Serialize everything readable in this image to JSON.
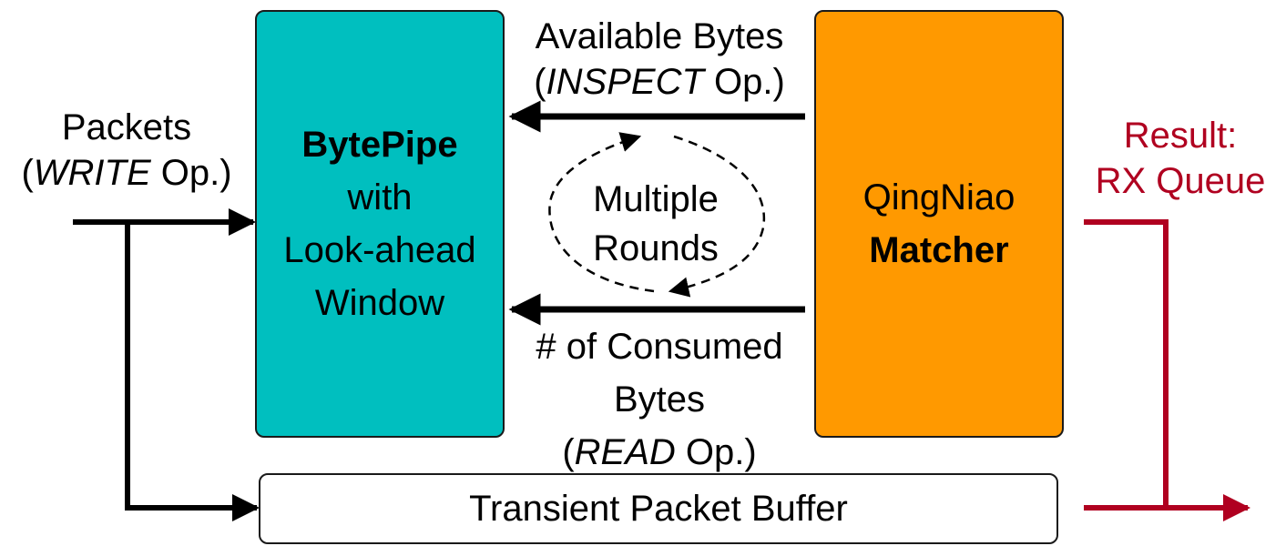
{
  "bytepipe": {
    "name": "BytePipe",
    "line2": "with",
    "line3": "Look-ahead",
    "line4": "Window",
    "color": "#00bfbf"
  },
  "matcher": {
    "line1": "QingNiao",
    "name": "Matcher",
    "color": "#ff9900"
  },
  "buffer": {
    "label": "Transient Packet Buffer"
  },
  "input": {
    "line1": "Packets",
    "op": "WRITE",
    "op_suffix": " Op.)",
    "open_paren": "("
  },
  "inspect": {
    "line1": "Available Bytes",
    "open_paren": "(",
    "op": "INSPECT",
    "op_suffix": " Op.)"
  },
  "loop": {
    "line1": "Multiple",
    "line2": "Rounds"
  },
  "read": {
    "line1": "# of Consumed",
    "line2": "Bytes",
    "open_paren": "(",
    "op": "READ",
    "op_suffix": " Op.)"
  },
  "result": {
    "line1": "Result:",
    "line2": "RX Queue",
    "color": "#b00020"
  }
}
